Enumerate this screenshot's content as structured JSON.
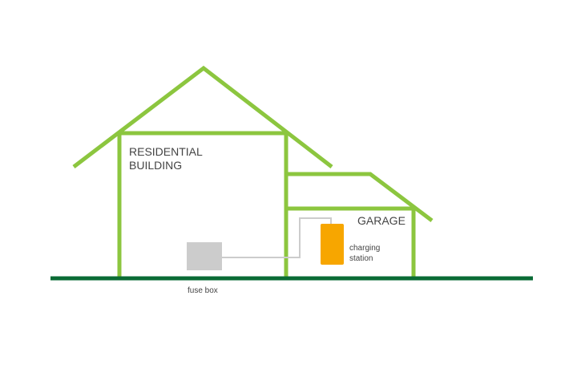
{
  "labels": {
    "residential_line1": "RESIDENTIAL",
    "residential_line2": "BUILDING",
    "garage": "GARAGE",
    "charging_line1": "charging",
    "charging_line2": "station",
    "fuse_box": "fuse box"
  },
  "colors": {
    "house_outline": "#8cc63f",
    "ground": "#0a6b35",
    "fuse_box": "#cccccc",
    "cable": "#cccccc",
    "charging_station": "#f7a600",
    "text": "#444444"
  }
}
